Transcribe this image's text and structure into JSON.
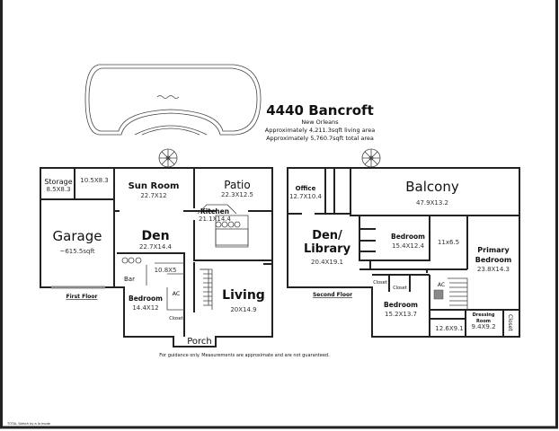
{
  "header": {
    "title": "4440 Bancroft",
    "city": "New Orleans",
    "living_area": "Approximately 4,211.3sqft living area",
    "total_area": "Approximately 5,760.7sqft total area"
  },
  "first_floor": {
    "label": "First Floor",
    "rooms": {
      "storage": {
        "name": "Storage",
        "dim": "8.5X8.3"
      },
      "bath1": {
        "dim": "10.5X8.3"
      },
      "sun_room": {
        "name": "Sun Room",
        "dim": "22.7X12"
      },
      "patio": {
        "name": "Patio",
        "dim": "22.3X12.5"
      },
      "kitchen": {
        "name": "Kitchen",
        "dim": "21.1X14.4"
      },
      "garage": {
        "name": "Garage",
        "dim": "~615.5sqft"
      },
      "den": {
        "name": "Den",
        "dim": "22.7X14.4"
      },
      "bar": {
        "name": "Bar"
      },
      "bath2": {
        "dim": "10.8X5"
      },
      "ac": {
        "name": "AC"
      },
      "closet": {
        "name": "Closet"
      },
      "bedroom": {
        "name": "Bedroom",
        "dim": "14.4X12"
      },
      "living": {
        "name": "Living",
        "dim": "20X14.9"
      },
      "porch": {
        "name": "Porch"
      }
    }
  },
  "second_floor": {
    "label": "Second Floor",
    "rooms": {
      "office": {
        "name": "Office",
        "dim": "12.7X10.4"
      },
      "balcony": {
        "name": "Balcony",
        "dim": "47.9X13.2"
      },
      "den_library": {
        "name1": "Den/",
        "name2": "Library",
        "dim": "20.4X19.1"
      },
      "bedroom1": {
        "name": "Bedroom",
        "dim": "15.4X12.4"
      },
      "bath": {
        "dim": "11x6.5"
      },
      "primary": {
        "name1": "Primary",
        "name2": "Bedroom",
        "dim": "23.8X14.3"
      },
      "closet": {
        "name": "Closet"
      },
      "ac": {
        "name": "AC"
      },
      "bedroom2": {
        "name": "Bedroom",
        "dim": "15.2X13.7"
      },
      "bath2": {
        "dim": "12.6X9.1"
      },
      "dressing": {
        "name1": "Dressing",
        "name2": "Room",
        "dim": "9.4X9.2"
      }
    }
  },
  "disclaimer": "For guidance only. Measurements are approximate and are not guaranteed.",
  "footer": "TOTAL Sketch by a la mode"
}
